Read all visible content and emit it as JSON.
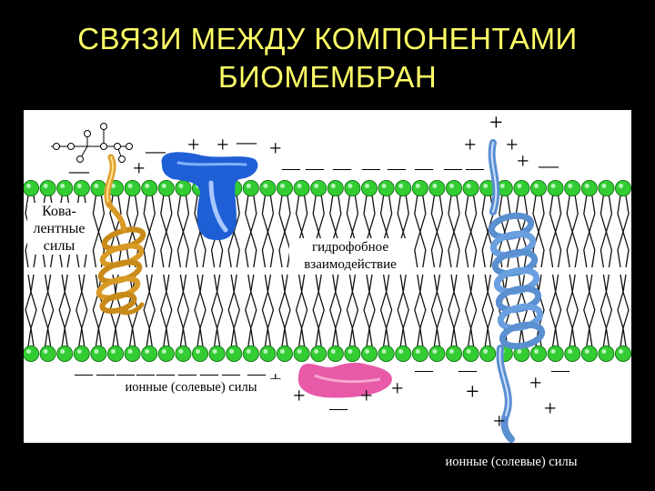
{
  "title_line1": "СВЯЗИ МЕЖДУ КОМПОНЕНТАМИ",
  "title_line2": "БИОМЕМБРАН",
  "labels": {
    "covalent_line1": "Кова-",
    "covalent_line2": "лентные",
    "covalent_line3": "силы",
    "hydrophobic_line1": "гидрофобное",
    "hydrophobic_line2": "взаимодействие",
    "ionic_inner": "ионные (солевые) силы",
    "ionic_outer": "ионные (солевые) силы"
  },
  "colors": {
    "background": "#000000",
    "title": "#ffff66",
    "lipid_head": "#33cc33",
    "peripheral_protein": "#1f5fd6",
    "inner_protein": "#e85aa8",
    "covalent_helix": "#e0a030",
    "transmembrane_helix": "#5a8fd0"
  },
  "charges": {
    "plus": "+",
    "minus": "—"
  }
}
